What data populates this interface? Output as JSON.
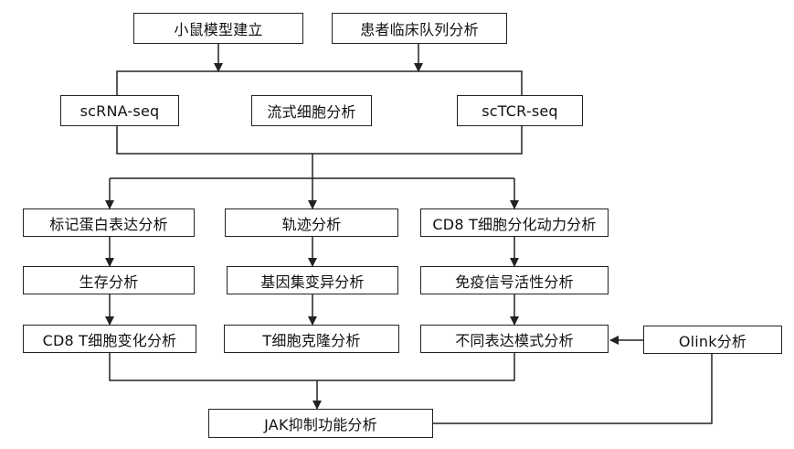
{
  "nodes": {
    "mouse_model": "小鼠模型建立",
    "patient_cohort": "患者临床队列分析",
    "scrna_seq": "scRNA-seq",
    "flow_cytometry": "流式细胞分析",
    "sctcr_seq": "scTCR-seq",
    "marker_protein": "标记蛋白表达分析",
    "trajectory": "轨迹分析",
    "cd8_differentiation": "CD8 T细胞分化动力分析",
    "survival": "生存分析",
    "gene_set_variation": "基因集变异分析",
    "immune_signaling": "免疫信号活性分析",
    "cd8_change": "CD8 T细胞变化分析",
    "tcell_clone": "T细胞克隆分析",
    "diff_expression": "不同表达模式分析",
    "olink": "Olink分析",
    "jak_inhibition": "JAK抑制功能分析"
  },
  "colors": {
    "stroke": "#222222",
    "text": "#111111",
    "background": "#ffffff"
  }
}
